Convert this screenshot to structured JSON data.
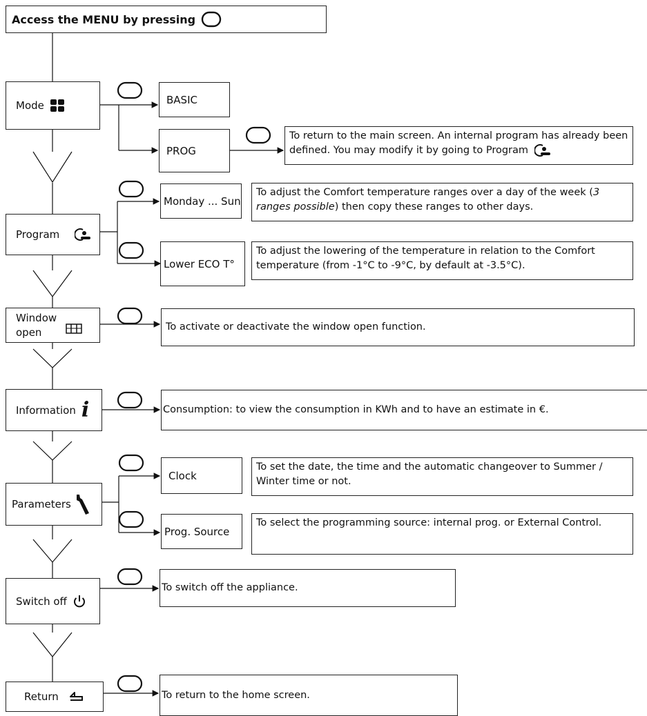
{
  "title": "Access the MENU by pressing",
  "menu": {
    "mode": "Mode",
    "program": "Program",
    "window_line1": "Window",
    "window_line2": "open",
    "information": "Information",
    "parameters": "Parameters",
    "switch_off": "Switch off",
    "return": "Return"
  },
  "mode": {
    "basic": "BASIC",
    "prog": "PROG",
    "prog_desc": "To return to the main screen. An internal program has already been defined. You may modify it by going to Program"
  },
  "program": {
    "monday": "Monday ... Sun",
    "monday_desc_a": "To adjust the Comfort temperature ranges over a day of the week (",
    "monday_desc_italic": "3 ranges possible",
    "monday_desc_b": ") then copy these ranges to other days.",
    "lower": "Lower ECO T°",
    "lower_desc": "To adjust the lowering of the temperature in relation to the Comfort temperature (from -1°C to -9°C, by default at -3.5°C)."
  },
  "window": {
    "desc": "To activate or deactivate the window open function."
  },
  "information": {
    "desc": "Consumption: to view the consumption in KWh and to have an estimate in €."
  },
  "parameters": {
    "clock": "Clock",
    "clock_desc": "To set the date, the time and the automatic changeover to Summer / Winter time or not.",
    "source": "Prog. Source",
    "source_desc": "To select the programming source: internal prog. or External Control."
  },
  "switch_off": {
    "desc": "To switch off the appliance."
  },
  "return": {
    "desc": "To return to the home screen."
  },
  "icons": [
    "oval-button-icon",
    "mode-grid-icon",
    "program-clock-icon",
    "window-icon",
    "info-icon",
    "wrench-icon",
    "power-icon",
    "return-arrow-icon"
  ]
}
